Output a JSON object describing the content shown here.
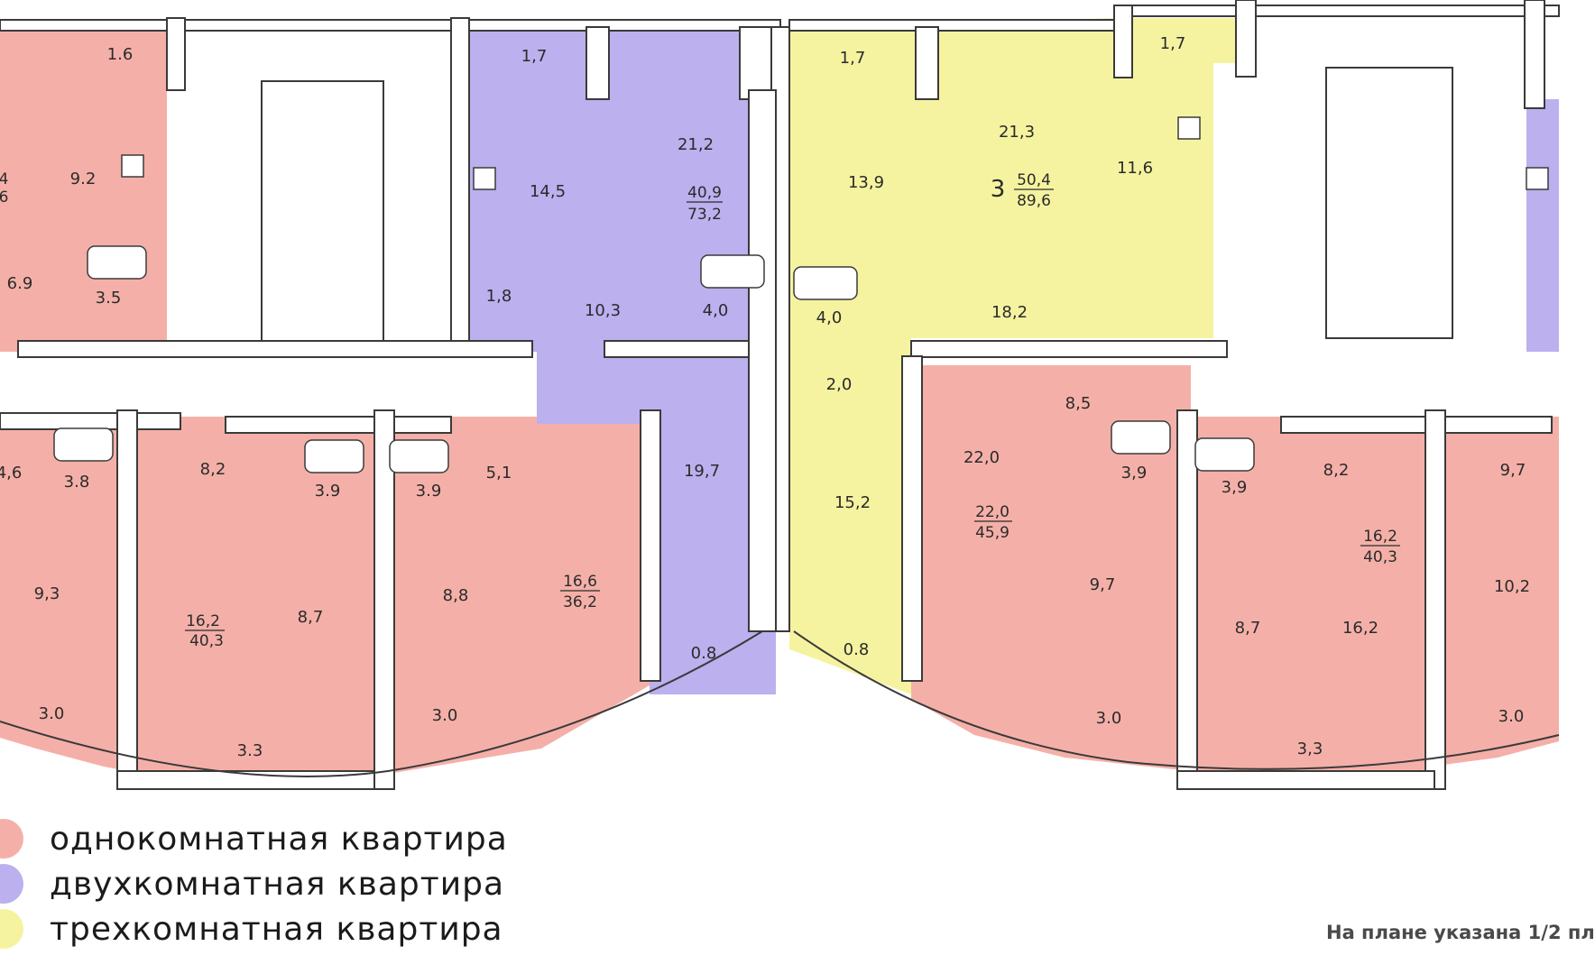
{
  "colors": {
    "one_room": "#f4b0a8",
    "two_room": "#bcb0ee",
    "three_room": "#f5f3a0",
    "wall": "#ffffff",
    "outline": "#3a3a3a"
  },
  "rooms": {
    "r1": "1.6",
    "r2": "9.2",
    "r3": "6.9",
    "r4": "3.5",
    "r5": "1,7",
    "r6": "14,5",
    "r7": "1,8",
    "r8": "21,2",
    "r9": "10,3",
    "r10": "4,0",
    "r11": "1,7",
    "r12": "13,9",
    "r13": "21,3",
    "r14": "1,7",
    "r15": "11,6",
    "r16": "4,0",
    "r17": "18,2",
    "r18": "2,0",
    "r19": "15,2",
    "r20": "19,7",
    "r21": "0.8",
    "r22": "0.8",
    "r23": "4,6",
    "r24": "3.8",
    "r25": "9,3",
    "r26": "3.0",
    "r27": "8,2",
    "r28": "3.9",
    "r29": "8,7",
    "r30": "3.3",
    "r31": "3.9",
    "r32": "5,1",
    "r33": "8,8",
    "r34": "3.0",
    "r35": "22,0",
    "r36": "8,5",
    "r37": "3,9",
    "r38": "9,7",
    "r39": "3.0",
    "r40": "3,9",
    "r41": "8,2",
    "r42": "8,7",
    "r43": "16,2",
    "r44": "3,3",
    "r45": "9,7",
    "r46": "10,2",
    "r47": "3.0"
  },
  "apartments": {
    "a1_living": "40,9",
    "a1_total": "73,2",
    "a2_rooms": "3",
    "a2_living": "50,4",
    "a2_total": "89,6",
    "a3_living": "16,2",
    "a3_total": "40,3",
    "a4_living": "16,6",
    "a4_total": "36,2",
    "a5_living": "22,0",
    "a5_total": "45,9",
    "a6_living": "16,2",
    "a6_total": "40,3",
    "left_cut_top": "4",
    "left_cut_bottom": "6"
  },
  "legend": [
    {
      "label": "однокомнатная квартира",
      "color": "#f4b0a8"
    },
    {
      "label": "двухкомнатная квартира",
      "color": "#bcb0ee"
    },
    {
      "label": "трехкомнатная квартира",
      "color": "#f5f3a0"
    }
  ],
  "note": "На плане указана 1/2 пл"
}
